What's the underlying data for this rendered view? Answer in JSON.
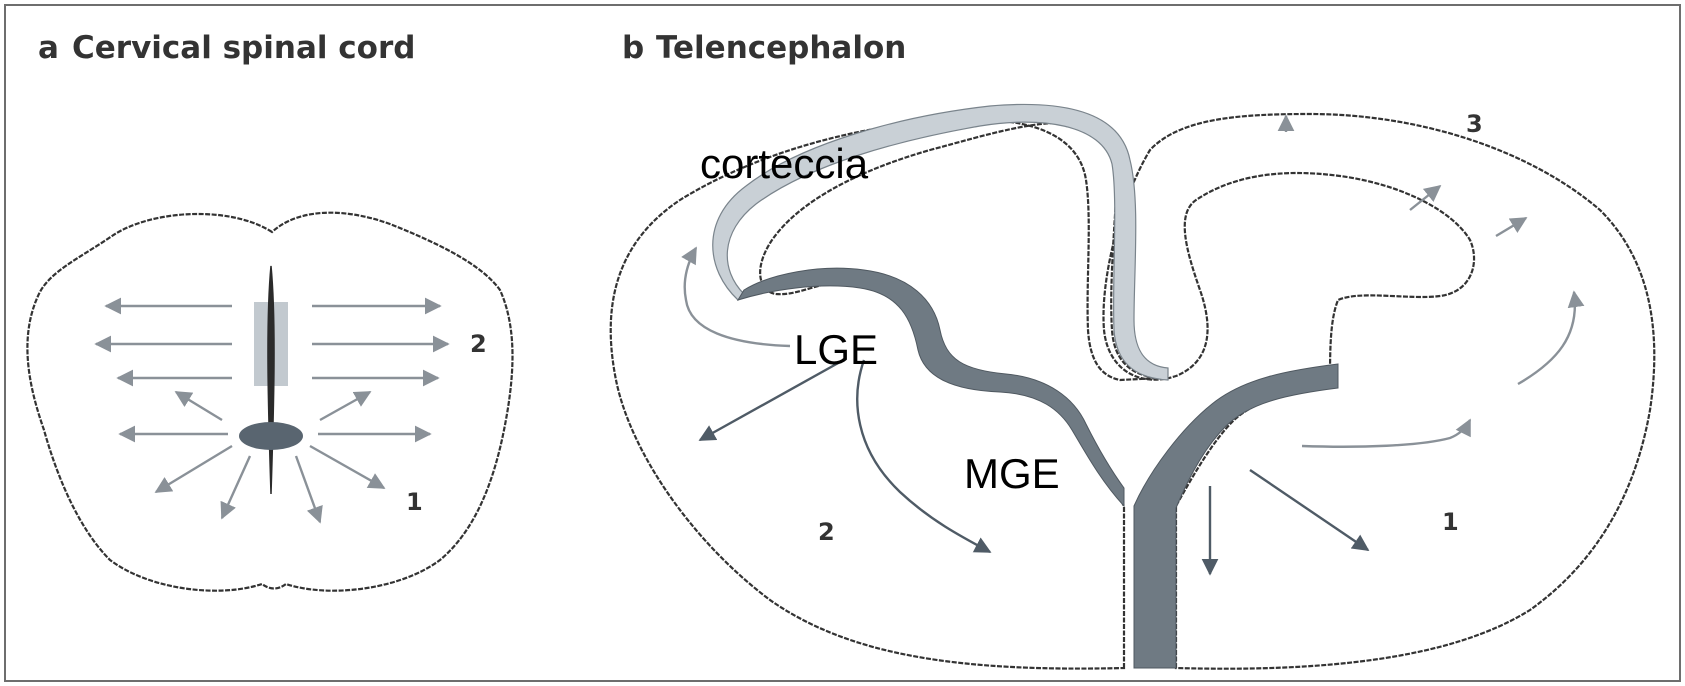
{
  "panels": {
    "a": {
      "letter": "a",
      "title": "Cervical spinal cord",
      "route_labels": {
        "r1": "1",
        "r2": "2"
      }
    },
    "b": {
      "letter": "b",
      "title": "Telencephalon",
      "route_labels": {
        "r1": "1",
        "r2": "2",
        "r3": "3"
      }
    }
  },
  "region_labels": {
    "cortex": "corteccia",
    "lge": "LGE",
    "mge": "MGE"
  },
  "colors": {
    "outline": "#333333",
    "migration_arrow": "#8a9198",
    "cortex_zone": "#c9d0d6",
    "ventricular_zone_dark": "#6f7a83",
    "central_canal": "#2b2b2b"
  }
}
